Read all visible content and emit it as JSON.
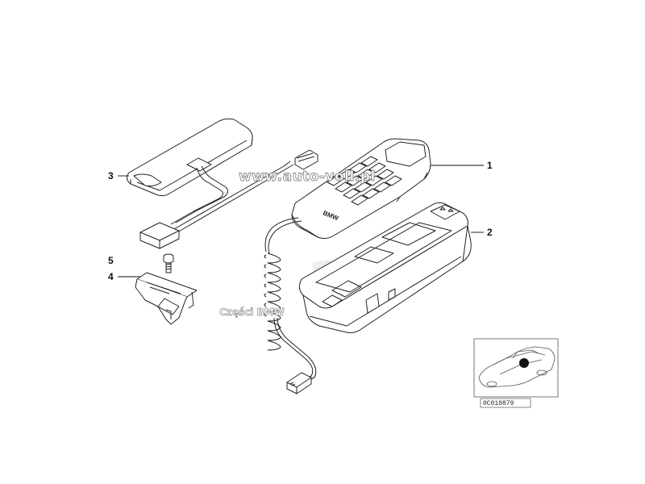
{
  "diagram": {
    "callouts": [
      {
        "id": "1",
        "label": "1"
      },
      {
        "id": "2",
        "label": "2"
      },
      {
        "id": "3",
        "label": "3"
      },
      {
        "id": "4",
        "label": "4"
      },
      {
        "id": "5",
        "label": "5"
      }
    ],
    "handset_brand": "BMW",
    "watermarks": {
      "site": "www.auto-voll.pl",
      "parts": "Części BMW"
    },
    "inset": {
      "code": "0C010879"
    }
  }
}
